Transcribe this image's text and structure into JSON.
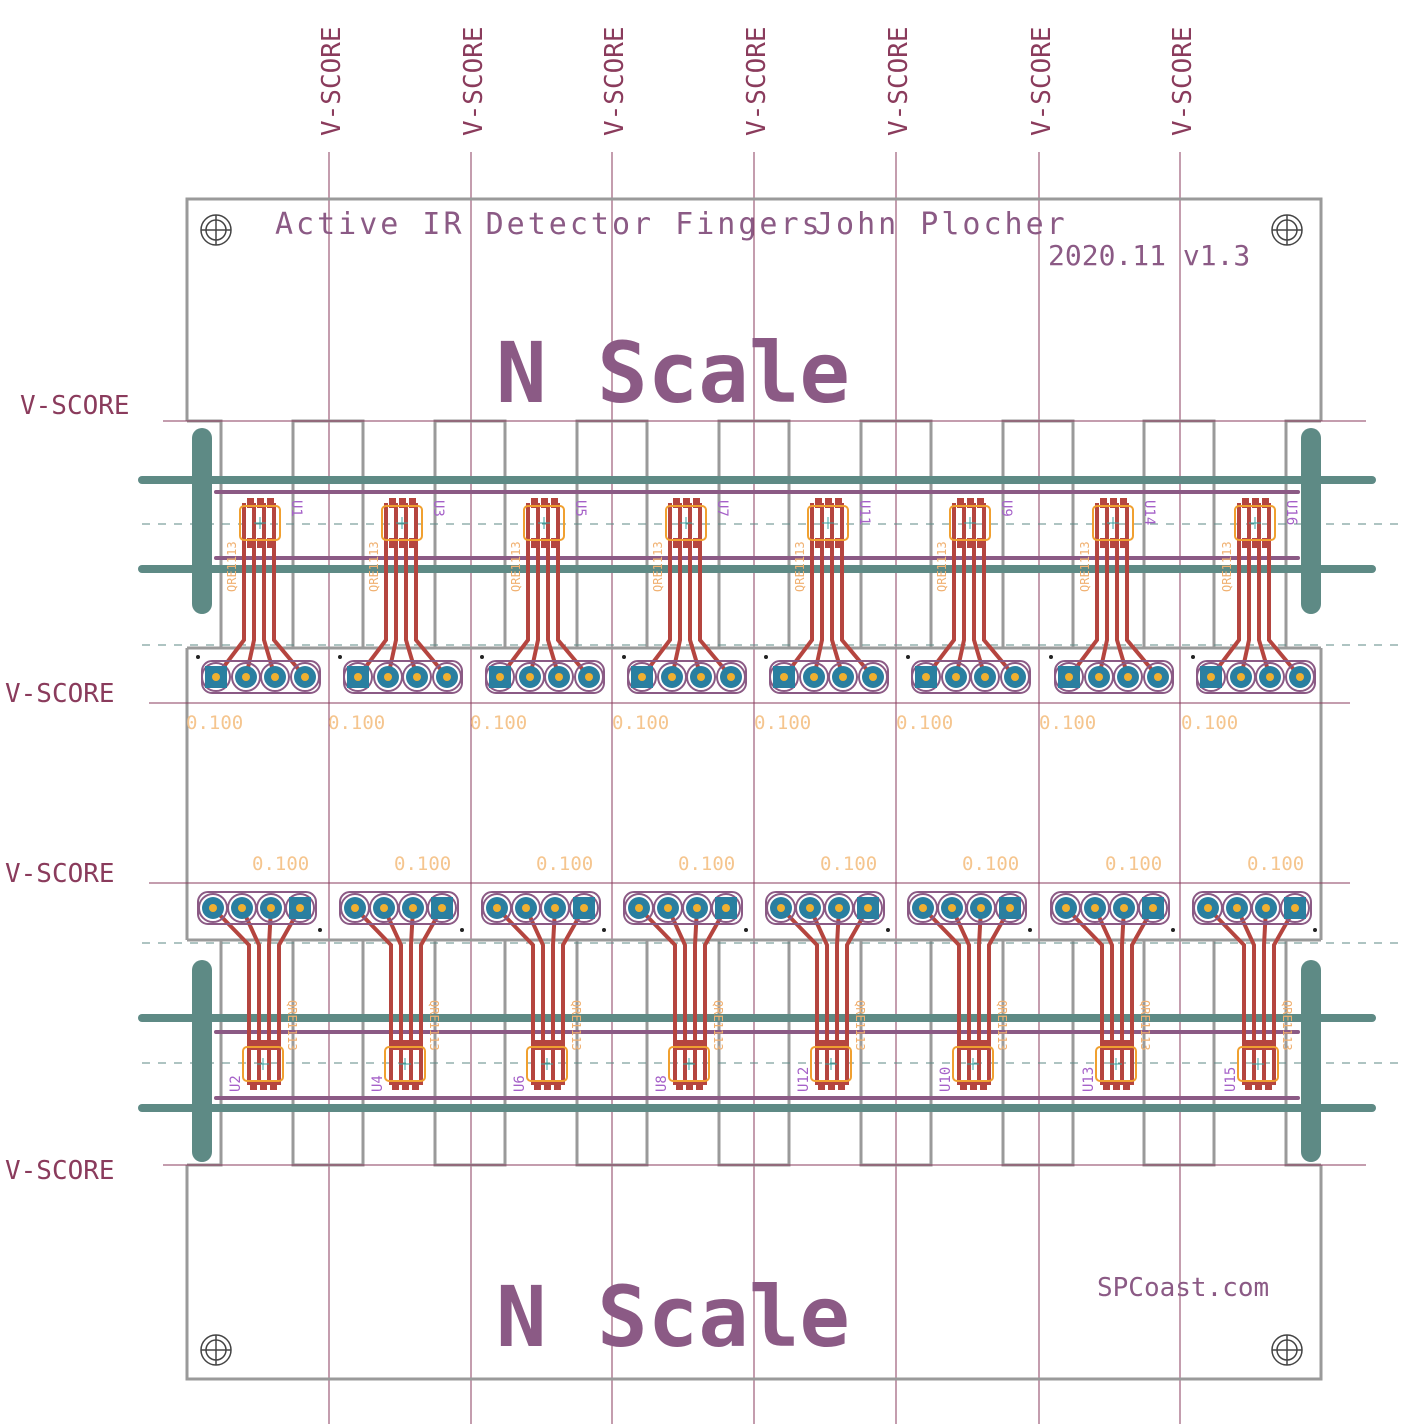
{
  "vscore_label": "V-SCORE",
  "title": "Active IR Detector Fingers",
  "author": "John Plocher",
  "version": "2020.11  v1.3",
  "scale_label": "N Scale",
  "website": "SPCoast.com",
  "top_row": {
    "refs": [
      "U1",
      "U3",
      "U5",
      "U7",
      "U11",
      "U9",
      "U14",
      "U16"
    ],
    "dim_label": "0.100",
    "part_value": "QRE1113"
  },
  "bottom_row": {
    "refs": [
      "U2",
      "U4",
      "U6",
      "U8",
      "U12",
      "U10",
      "U13",
      "U15"
    ],
    "dim_label": "0.100",
    "part_value": "QRE1113"
  },
  "colors": {
    "board_outline": "#9a9a9a",
    "vscore": "#8a3b5c",
    "silkscreen": "#8b5a85",
    "copper_trace": "#b5453f",
    "rail": "#5e8a85",
    "pad": "#2a7fa0",
    "dimension": "#f5c58e",
    "reference": "#a560c8",
    "component_body": "#f0a030"
  }
}
